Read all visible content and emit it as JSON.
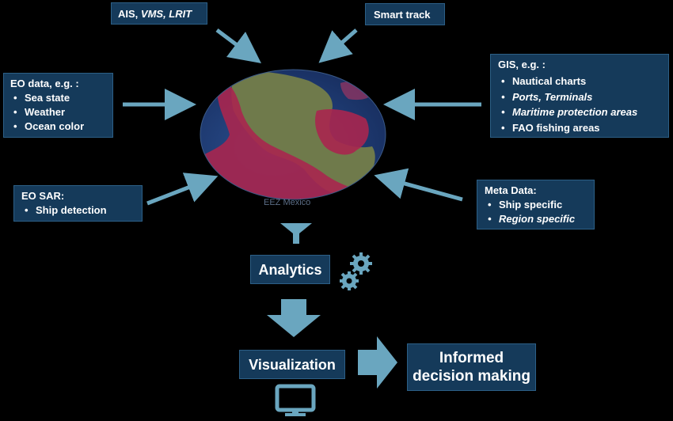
{
  "sources": {
    "ais": {
      "a": "AIS, ",
      "b": "VMS, LRIT"
    },
    "smart_track": "Smart track",
    "eo_data": {
      "title": "EO data, e.g. :",
      "items": [
        "Sea state",
        "Weather",
        "Ocean color"
      ]
    },
    "gis": {
      "title": "GIS, e.g. :",
      "items": [
        "Nautical charts",
        "Ports, Terminals",
        "Maritime protection areas",
        "FAO fishing areas"
      ]
    },
    "eo_sar": {
      "title": "EO SAR:",
      "items": [
        "Ship detection"
      ]
    },
    "meta": {
      "title": "Meta Data:",
      "items": [
        "Ship specific",
        "Region specific"
      ]
    }
  },
  "map_caption": "EEZ Mexico",
  "analytics": "Analytics",
  "visualization": "Visualization",
  "decision": {
    "line1": "Informed",
    "line2": "decision making"
  },
  "colors": {
    "box_bg": "#153a5a",
    "arrow": "#6aa6bf",
    "eez": "#a8264f",
    "ocean": "#1f3f7d"
  }
}
